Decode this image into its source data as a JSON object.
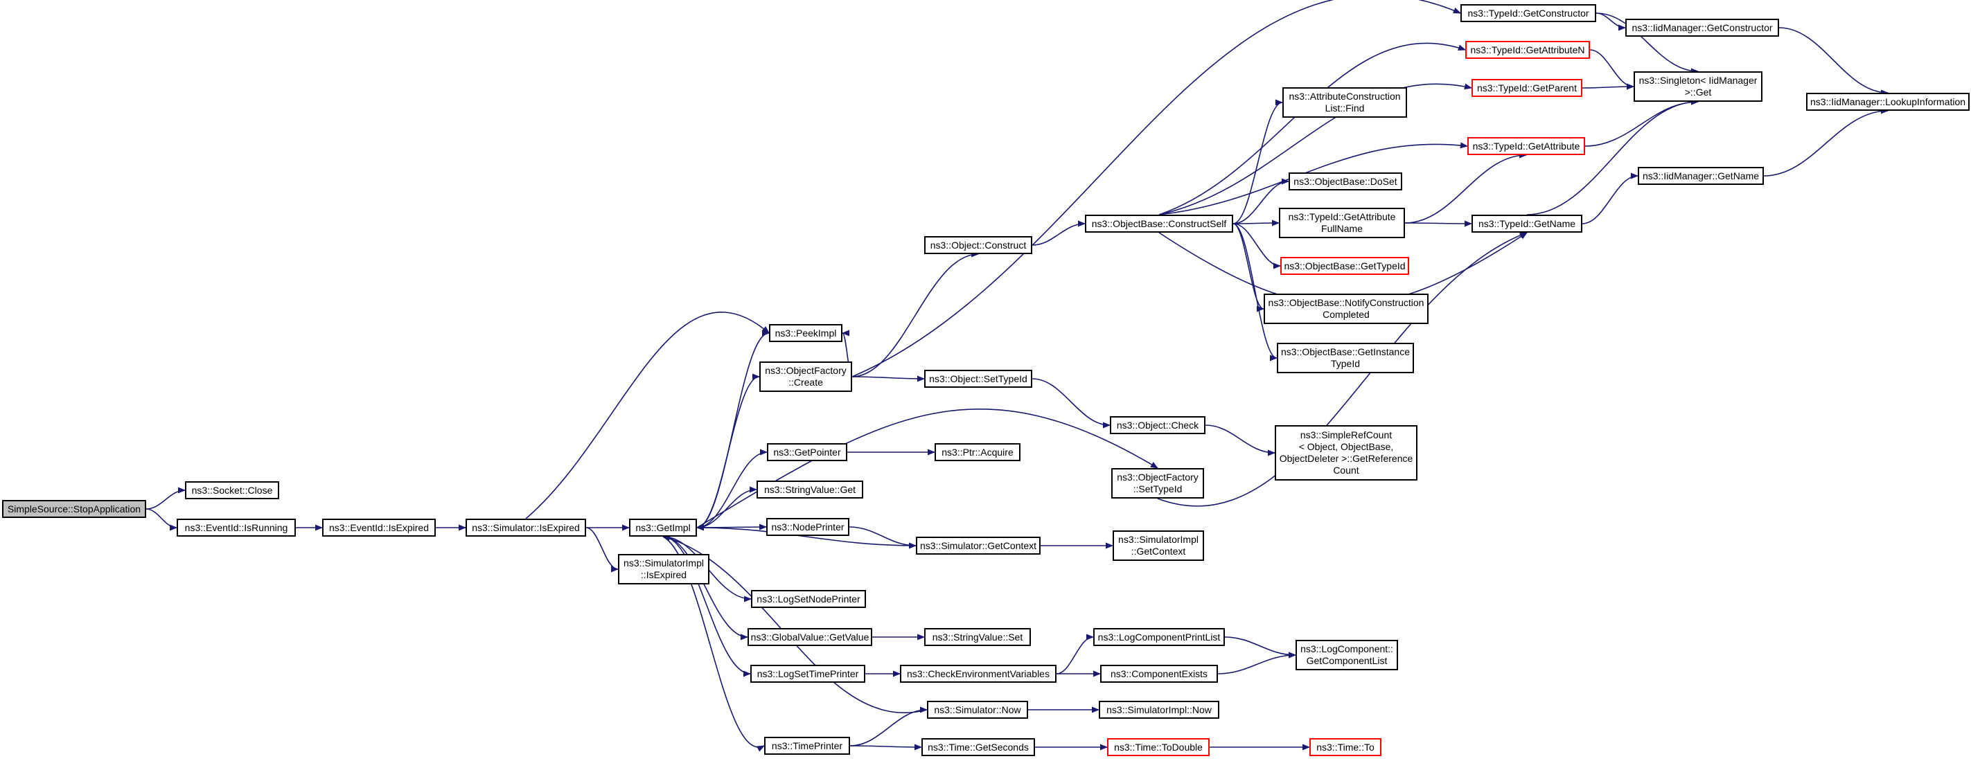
{
  "colors": {
    "edge": "#191970",
    "node_border": "#000000",
    "red_border": "#ff0000",
    "root_fill": "#bfbfbf"
  },
  "nodes": {
    "root": {
      "label": "SimpleSource::StopApplication"
    },
    "socket_close": {
      "label": "ns3::Socket::Close"
    },
    "eventid_isrunning": {
      "label": "ns3::EventId::IsRunning"
    },
    "eventid_isexpired": {
      "label": "ns3::EventId::IsExpired"
    },
    "simulator_isexpired": {
      "label": "ns3::Simulator::IsExpired"
    },
    "simimpl_isexpired": {
      "label": "ns3::SimulatorImpl\n::IsExpired"
    },
    "getimpl": {
      "label": "ns3::GetImpl"
    },
    "peekimpl": {
      "label": "ns3::PeekImpl"
    },
    "objfactory_create": {
      "label": "ns3::ObjectFactory\n::Create"
    },
    "getpointer": {
      "label": "ns3::GetPointer"
    },
    "stringvalue_get": {
      "label": "ns3::StringValue::Get"
    },
    "nodeprinter": {
      "label": "ns3::NodePrinter"
    },
    "logsetnodeprinter": {
      "label": "ns3::LogSetNodePrinter"
    },
    "globalvalue_getvalue": {
      "label": "ns3::GlobalValue::GetValue"
    },
    "logsettimeprinter": {
      "label": "ns3::LogSetTimePrinter"
    },
    "timeprinter": {
      "label": "ns3::TimePrinter"
    },
    "object_construct": {
      "label": "ns3::Object::Construct"
    },
    "object_settypeid": {
      "label": "ns3::Object::SetTypeId"
    },
    "ptr_acquire": {
      "label": "ns3::Ptr::Acquire"
    },
    "simulator_getcontext": {
      "label": "ns3::Simulator::GetContext"
    },
    "stringvalue_set": {
      "label": "ns3::StringValue::Set"
    },
    "checkenvvars": {
      "label": "ns3::CheckEnvironmentVariables"
    },
    "simulator_now": {
      "label": "ns3::Simulator::Now"
    },
    "time_getseconds": {
      "label": "ns3::Time::GetSeconds"
    },
    "objectbase_constructself": {
      "label": "ns3::ObjectBase::ConstructSelf"
    },
    "object_check": {
      "label": "ns3::Object::Check"
    },
    "objfactory_settypeid": {
      "label": "ns3::ObjectFactory\n::SetTypeId"
    },
    "simimpl_getcontext": {
      "label": "ns3::SimulatorImpl\n::GetContext"
    },
    "logcomponentprintlist": {
      "label": "ns3::LogComponentPrintList"
    },
    "componentexists": {
      "label": "ns3::ComponentExists"
    },
    "simimpl_now": {
      "label": "ns3::SimulatorImpl::Now"
    },
    "time_todouble": {
      "label": "ns3::Time::ToDouble"
    },
    "attrconstructionlist_find": {
      "label": "ns3::AttributeConstruction\nList::Find"
    },
    "objectbase_doset": {
      "label": "ns3::ObjectBase::DoSet"
    },
    "typeid_getattributefullname": {
      "label": "ns3::TypeId::GetAttribute\nFullName"
    },
    "objectbase_gettypeid": {
      "label": "ns3::ObjectBase::GetTypeId"
    },
    "objectbase_notifyconstructioncompleted": {
      "label": "ns3::ObjectBase::NotifyConstruction\nCompleted"
    },
    "objectbase_getinstancetypeid": {
      "label": "ns3::ObjectBase::GetInstance\nTypeId"
    },
    "simplerefcount_getreferencecount": {
      "label": "ns3::SimpleRefCount\n< Object, ObjectBase,\nObjectDeleter >::GetReference\nCount"
    },
    "logcomponent_getcomponentlist": {
      "label": "ns3::LogComponent::\nGetComponentList"
    },
    "time_to": {
      "label": "ns3::Time::To"
    },
    "typeid_getconstructor": {
      "label": "ns3::TypeId::GetConstructor"
    },
    "typeid_getattributen": {
      "label": "ns3::TypeId::GetAttributeN"
    },
    "typeid_getparent": {
      "label": "ns3::TypeId::GetParent"
    },
    "typeid_getattribute": {
      "label": "ns3::TypeId::GetAttribute"
    },
    "typeid_getname": {
      "label": "ns3::TypeId::GetName"
    },
    "iidmanager_getconstructor": {
      "label": "ns3::IidManager::GetConstructor"
    },
    "singleton_iidmanager_get": {
      "label": "ns3::Singleton< IidManager\n>::Get"
    },
    "iidmanager_getname": {
      "label": "ns3::IidManager::GetName"
    },
    "iidmanager_lookupinformation": {
      "label": "ns3::IidManager::LookupInformation"
    }
  }
}
